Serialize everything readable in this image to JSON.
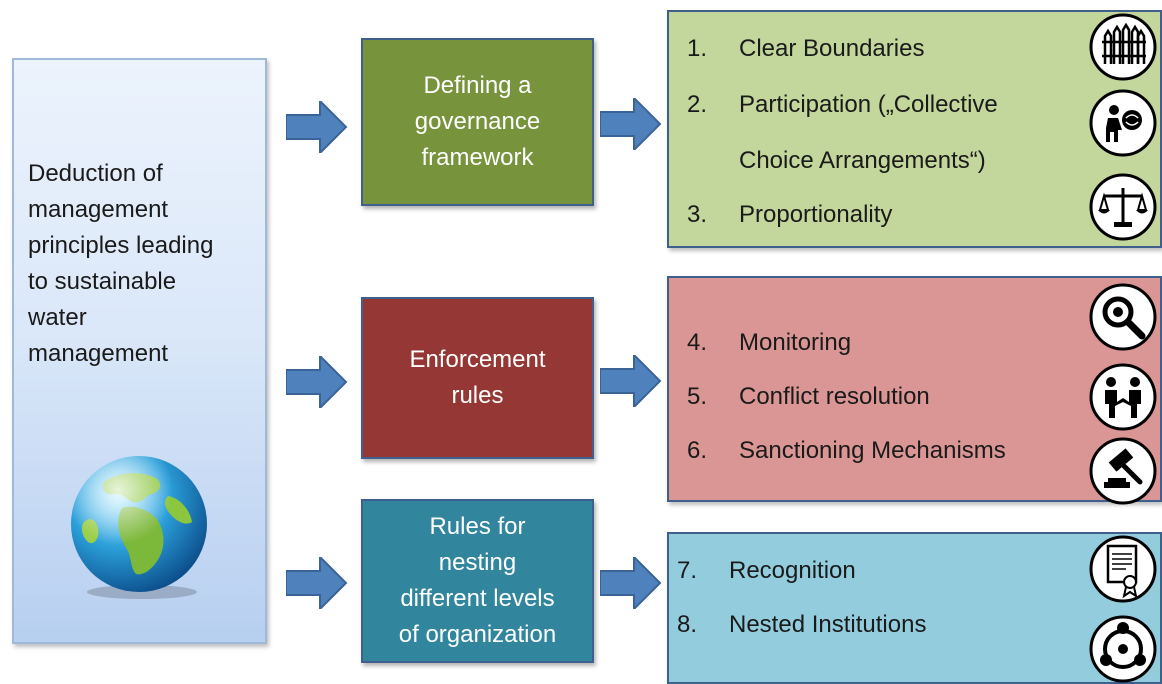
{
  "left": {
    "lines": [
      "Deduction of",
      "management",
      "principles leading",
      "to sustainable",
      "water",
      "management"
    ]
  },
  "middle": {
    "governance": [
      "Defining a",
      "governance",
      "framework"
    ],
    "enforcement": [
      "Enforcement",
      "rules"
    ],
    "nesting": [
      "Rules for",
      "nesting",
      "different levels",
      "of organization"
    ]
  },
  "principles": {
    "p1": {
      "num": "1.",
      "label": "Clear Boundaries"
    },
    "p2a": {
      "num": "2.",
      "label": "Participation („Collective"
    },
    "p2b": "Choice Arrangements“)",
    "p3": {
      "num": "3.",
      "label": "Proportionality"
    },
    "p4": {
      "num": "4.",
      "label": "Monitoring"
    },
    "p5": {
      "num": "5.",
      "label": "Conflict resolution"
    },
    "p6": {
      "num": "6.",
      "label": "Sanctioning Mechanisms"
    },
    "p7": {
      "num": "7.",
      "label": "Recognition"
    },
    "p8": {
      "num": "8.",
      "label": "Nested Institutions"
    }
  },
  "icons": {
    "fence": "fence-icon",
    "participation": "participation-icon",
    "scales": "scales-icon",
    "magnifier": "magnifier-icon",
    "handshake": "handshake-icon",
    "gavel": "gavel-icon",
    "certificate": "certificate-icon",
    "nested": "nested-network-icon",
    "globe": "globe-icon"
  },
  "colors": {
    "green": "#77933c",
    "red": "#953734",
    "teal": "#31859c",
    "light_green": "#c3d69b",
    "light_red": "#d99694",
    "light_blue": "#93cddd",
    "arrow": "#4f81bd"
  }
}
